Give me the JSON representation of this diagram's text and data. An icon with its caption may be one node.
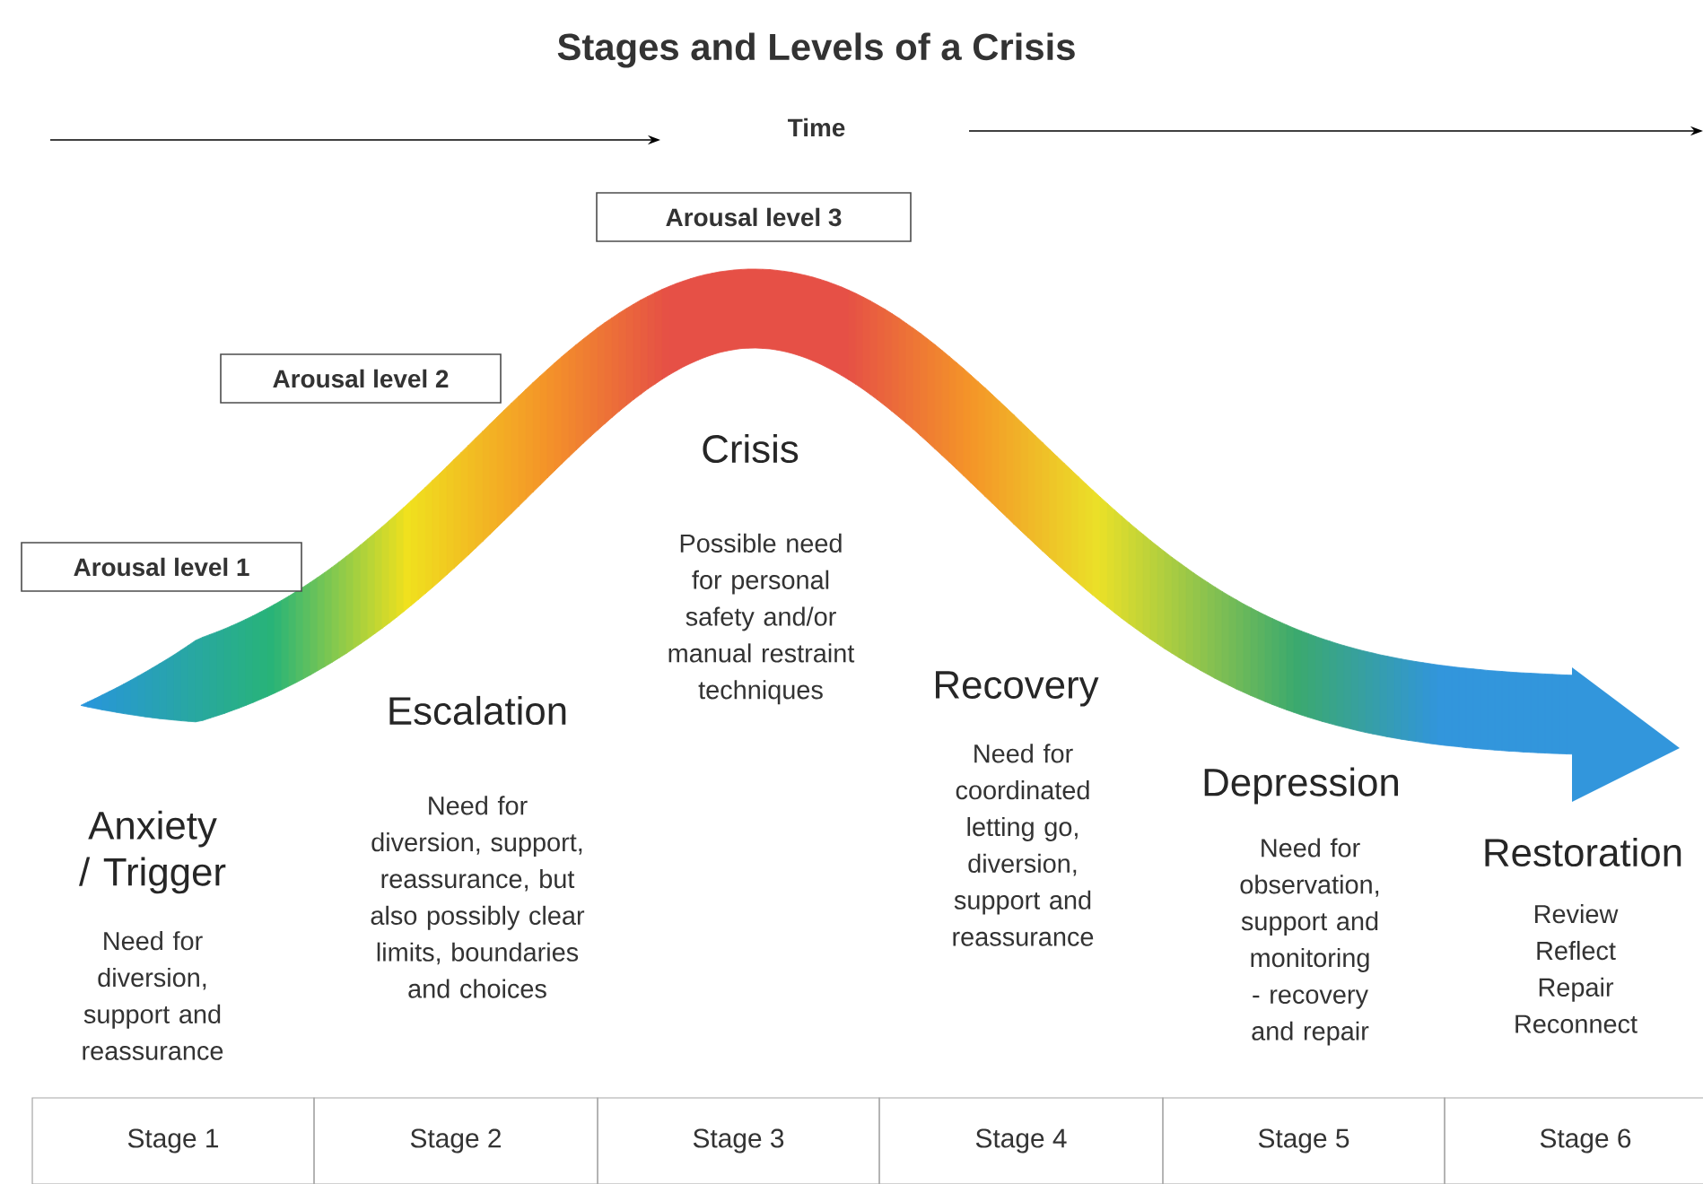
{
  "diagram": {
    "title": "Stages and Levels of a Crisis",
    "nodes": [
      {
        "text": [
          "Arousal level 3"
        ]
      },
      {
        "text": [
          "Arousal level 2"
        ]
      },
      {
        "text": [
          "Arousal level 1"
        ]
      }
    ],
    "labels": [
      "Time",
      "Anxiety / Trigger",
      "Need for diversion, support and reassurance",
      "Escalation",
      "Need for diversion, support, reassurance, but also possibly clear limits, boundaries and choices",
      "Crisis",
      "Possible need for personal safety and/or manual restraint techniques",
      "Recovery",
      "Need for coordinated letting go, diversion, support and reassurance",
      "Depression",
      "Need for observation, support and monitoring - recovery and repair",
      "Restoration",
      "Review Reflect Repair Reconnect",
      "Stage 1",
      "Stage 2",
      "Stage 3",
      "Stage 4",
      "Stage 5",
      "Stage 6"
    ]
  }
}
